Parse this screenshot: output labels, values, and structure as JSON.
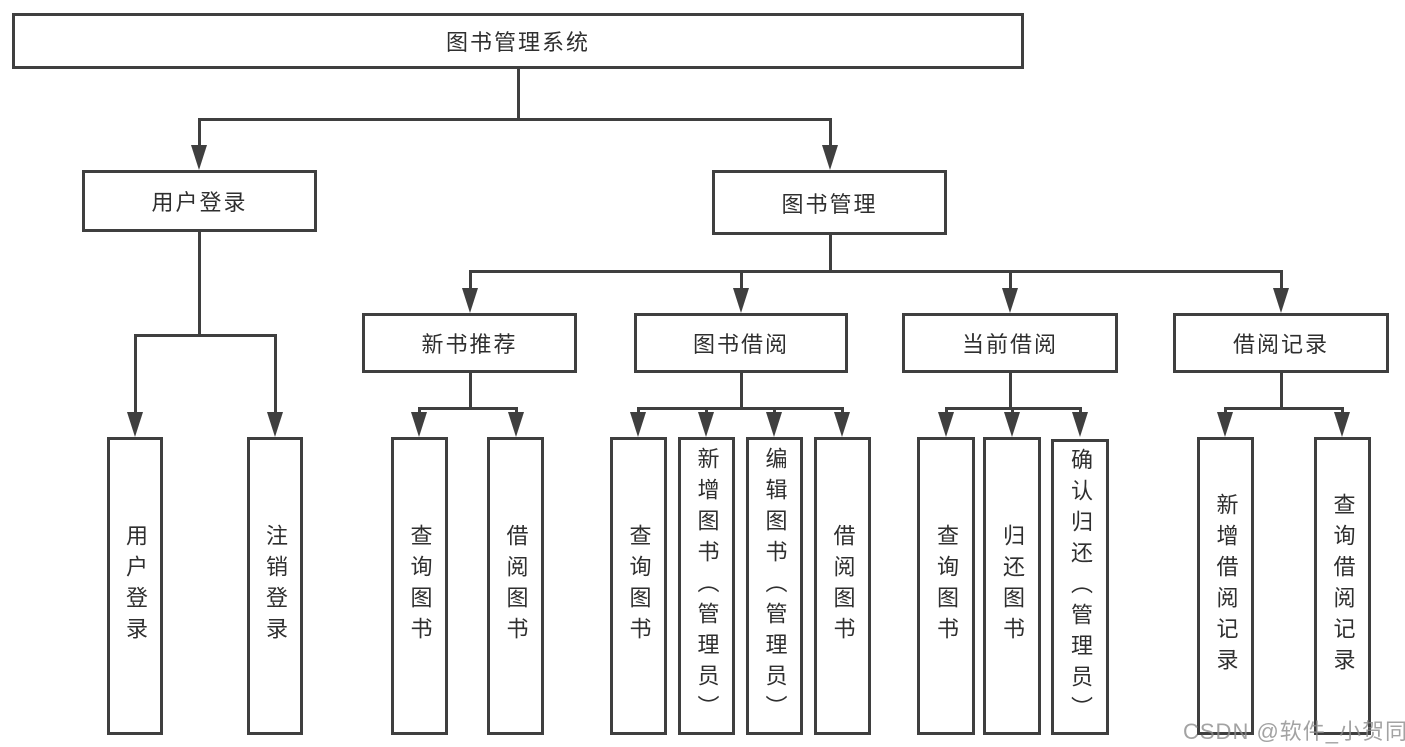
{
  "diagram": {
    "root": {
      "label": "图书管理系统",
      "children": [
        {
          "label": "用户登录",
          "children": [
            {
              "label": "用户登录"
            },
            {
              "label": "注销登录"
            }
          ]
        },
        {
          "label": "图书管理",
          "children": [
            {
              "label": "新书推荐",
              "children": [
                {
                  "label": "查询图书"
                },
                {
                  "label": "借阅图书"
                }
              ]
            },
            {
              "label": "图书借阅",
              "children": [
                {
                  "label": "查询图书"
                },
                {
                  "label": "新增图书（管理员）"
                },
                {
                  "label": "编辑图书（管理员）"
                },
                {
                  "label": "借阅图书"
                }
              ]
            },
            {
              "label": "当前借阅",
              "children": [
                {
                  "label": "查询图书"
                },
                {
                  "label": "归还图书"
                },
                {
                  "label": "确认归还（管理员）"
                }
              ]
            },
            {
              "label": "借阅记录",
              "children": [
                {
                  "label": "新增借阅记录"
                },
                {
                  "label": "查询借阅记录"
                }
              ]
            }
          ]
        }
      ]
    }
  },
  "watermark": {
    "text": "CSDN @软件_小贺同学"
  },
  "colors": {
    "line": "#3f3f3f",
    "text": "#2f2f2f",
    "background": "#ffffff",
    "watermark": "#8c8c8c"
  }
}
